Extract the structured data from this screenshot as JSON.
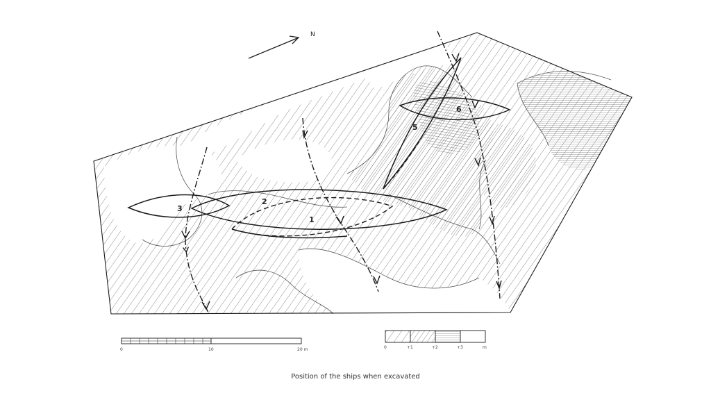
{
  "caption": "Position of the ships when excavated",
  "north_label": "N",
  "ships": [
    {
      "id": "ship-1",
      "label": "1"
    },
    {
      "id": "ship-2",
      "label": "2"
    },
    {
      "id": "ship-3",
      "label": "3"
    },
    {
      "id": "ship-5",
      "label": "5"
    },
    {
      "id": "ship-6",
      "label": "6"
    }
  ],
  "distance_scale": {
    "ticks": [
      "0",
      "10",
      "20 m"
    ]
  },
  "elevation_legend": {
    "ticks": [
      "0",
      "+1",
      "+2",
      "+3",
      "m"
    ]
  },
  "colors": {
    "ink": "#1a1a1a",
    "hatch": "#6a6a6a",
    "background": "#ffffff"
  }
}
